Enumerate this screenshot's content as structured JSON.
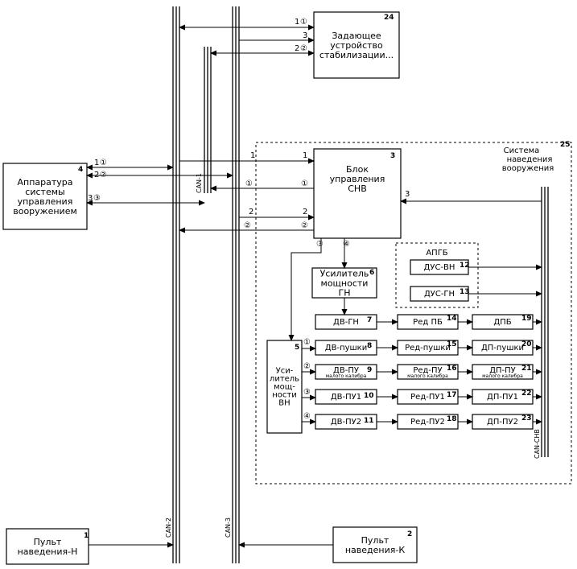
{
  "blocks": {
    "b1": {
      "num": "1",
      "lines": [
        "Пульт",
        "наведения-Н"
      ]
    },
    "b2": {
      "num": "2",
      "lines": [
        "Пульт",
        "наведения-К"
      ]
    },
    "b3": {
      "num": "3",
      "lines": [
        "Блок",
        "управления",
        "СНВ"
      ]
    },
    "b4": {
      "num": "4",
      "lines": [
        "Аппаратура",
        "системы",
        "управления",
        "вооружением"
      ]
    },
    "b5": {
      "num": "5",
      "lines": [
        "Уси-",
        "литель",
        "мощ-",
        "ности",
        "ВН"
      ]
    },
    "b6": {
      "num": "6",
      "lines": [
        "Усилитель",
        "мощности",
        "ГН"
      ]
    },
    "b7": {
      "num": "7",
      "lines": [
        "ДВ-ГН"
      ]
    },
    "b8": {
      "num": "8",
      "lines": [
        "ДВ-пушки"
      ]
    },
    "b9": {
      "num": "9",
      "lines": [
        "ДВ-ПУ",
        "малого калибра"
      ]
    },
    "b10": {
      "num": "10",
      "lines": [
        "ДВ-ПУ1"
      ]
    },
    "b11": {
      "num": "11",
      "lines": [
        "ДВ-ПУ2"
      ]
    },
    "b12": {
      "num": "12",
      "lines": [
        "ДУС-ВН"
      ]
    },
    "b13": {
      "num": "13",
      "lines": [
        "ДУС-ГН"
      ]
    },
    "b14": {
      "num": "14",
      "lines": [
        "Ред ПБ"
      ]
    },
    "b15": {
      "num": "15",
      "lines": [
        "Ред-пушки"
      ]
    },
    "b16": {
      "num": "16",
      "lines": [
        "Ред-ПУ",
        "малого калибра"
      ]
    },
    "b17": {
      "num": "17",
      "lines": [
        "Ред-ПУ1"
      ]
    },
    "b18": {
      "num": "18",
      "lines": [
        "Ред-ПУ2"
      ]
    },
    "b19": {
      "num": "19",
      "lines": [
        "ДПБ"
      ]
    },
    "b20": {
      "num": "20",
      "lines": [
        "ДП-пушки"
      ]
    },
    "b21": {
      "num": "21",
      "lines": [
        "ДП-ПУ",
        "малого калибра"
      ]
    },
    "b22": {
      "num": "22",
      "lines": [
        "ДП-ПУ1"
      ]
    },
    "b23": {
      "num": "23",
      "lines": [
        "ДП-ПУ2"
      ]
    },
    "b24": {
      "num": "24",
      "lines": [
        "Задающее",
        "устройство",
        "стабилизации..."
      ]
    }
  },
  "groups": {
    "apgb": "АПГБ",
    "snv": {
      "num": "25",
      "lines": [
        "Система",
        "наведения",
        "вооружения"
      ]
    }
  },
  "buses": {
    "can1": "CAN-1",
    "can2": "CAN-2",
    "can3": "CAN-3",
    "cansnv": "CAN-СНВ"
  },
  "connection_labels": {
    "plain": [
      "1",
      "2",
      "3"
    ],
    "circled": [
      "①",
      "②",
      "③",
      "④"
    ]
  }
}
